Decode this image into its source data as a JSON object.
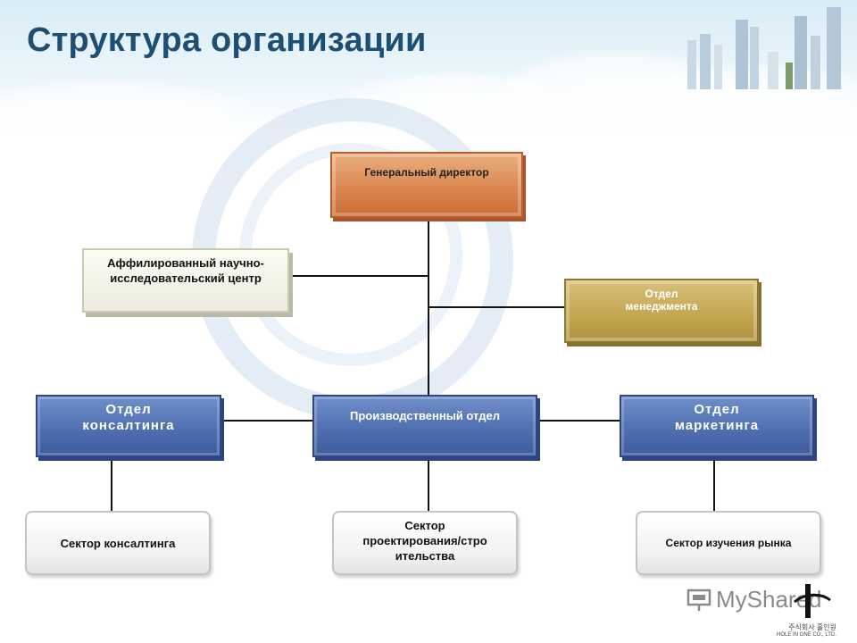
{
  "title": "Структура организации",
  "nodes": {
    "ceo": "Генеральный директор",
    "research": "Аффилированный научно-\nисследовательский центр",
    "management": "Отдел\nменеджмента",
    "consulting_dept": "Отдел\nконсалтинга",
    "production_dept": "Производственный отдел",
    "marketing_dept": "Отдел\nмаркетинга",
    "consulting_sector": "Сектор консалтинга",
    "design_sector": "Сектор\nпроектирования/стро\nительства",
    "research_market_sector": "Сектор изучения рынка"
  },
  "watermark": {
    "brand": "MyShared",
    "corp_line1": "주식회사 홀인원",
    "corp_line2": "HOLE IN ONE CO., LTD."
  },
  "colors": {
    "title": "#1d4e73",
    "ceo_box": "#d9844d",
    "management_box": "#c3a54f",
    "department_box": "#4e6db0",
    "research_box": "#f4f4ea",
    "sector_box": "#f2f2f2"
  }
}
